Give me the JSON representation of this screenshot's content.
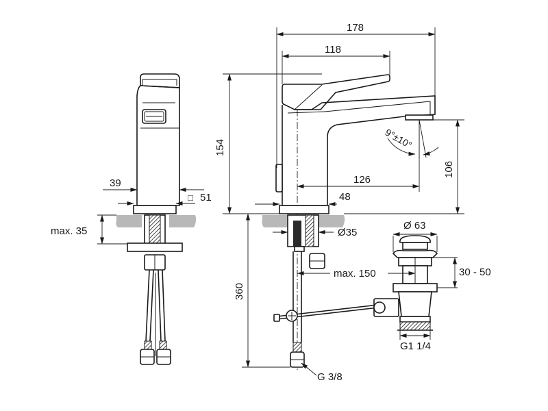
{
  "dimensions": {
    "total_length": "178",
    "lever_length": "118",
    "height": "154",
    "spout_height": "106",
    "spout_reach": "126",
    "base_width": "48",
    "body_width": "39",
    "square_size": "51",
    "max_thickness": "max. 35",
    "hole_diameter": "Ø35",
    "max_offset": "max. 150",
    "drain_diameter": "Ø 63",
    "drain_range": "30 - 50",
    "hose_length": "360",
    "drain_thread": "G1 1/4",
    "hose_thread": "G 3/8",
    "spout_angle": "9°±10°"
  },
  "symbols": {
    "square": "□"
  }
}
